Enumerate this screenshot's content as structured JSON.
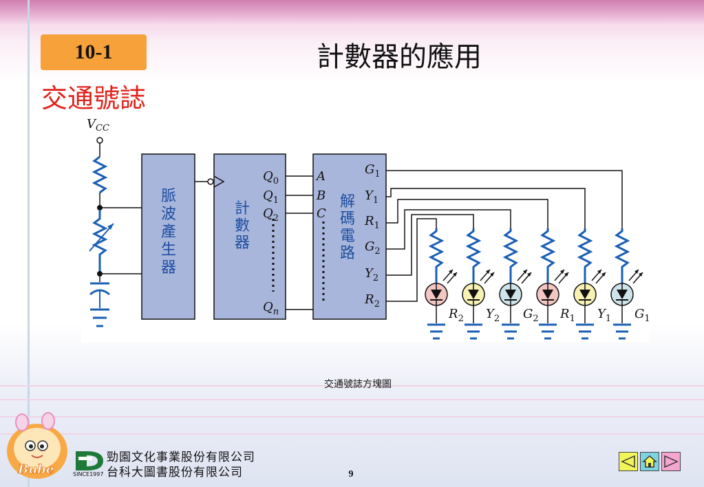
{
  "header": {
    "section_badge": "10-1",
    "title": "計數器的應用",
    "subtitle": "交通號誌"
  },
  "diagram": {
    "vcc_label": "VCC",
    "pulse_generator_label": [
      "脈",
      "波",
      "產",
      "生",
      "器"
    ],
    "counter_label": [
      "計",
      "數",
      "器"
    ],
    "counter_outputs": [
      "Q0",
      "Q1",
      "Q2",
      "Qn"
    ],
    "decoder_inputs": [
      "A",
      "B",
      "C"
    ],
    "decoder_label": [
      "解",
      "碼",
      "電",
      "路"
    ],
    "decoder_outputs": [
      "G1",
      "Y1",
      "R1",
      "G2",
      "Y2",
      "R2"
    ],
    "leds": [
      {
        "label": "R2",
        "color": "#f3c6c3"
      },
      {
        "label": "Y2",
        "color": "#f7f2b4"
      },
      {
        "label": "G2",
        "color": "#cfe3ea"
      },
      {
        "label": "R1",
        "color": "#f3c6c3"
      },
      {
        "label": "Y1",
        "color": "#f7f2b4"
      },
      {
        "label": "G1",
        "color": "#cfe3ea"
      }
    ],
    "caption": "交通號誌方塊圖"
  },
  "footer": {
    "company_line1": "勁園文化事業股份有限公司",
    "company_line2": "台科大圖書股份有限公司",
    "logo_since": "SINCE1997",
    "page_number": "9",
    "mascot_label": "Bube"
  },
  "colors": {
    "block_fill": "#a9b6db",
    "block_text": "#1e4fa0",
    "resistor": "#1a5fb4",
    "badge": "#f7a13a",
    "subtitle": "#e0221a"
  },
  "nav": {
    "prev_icon": "left-arrow-icon",
    "home_icon": "home-icon",
    "next_icon": "right-arrow-icon"
  }
}
